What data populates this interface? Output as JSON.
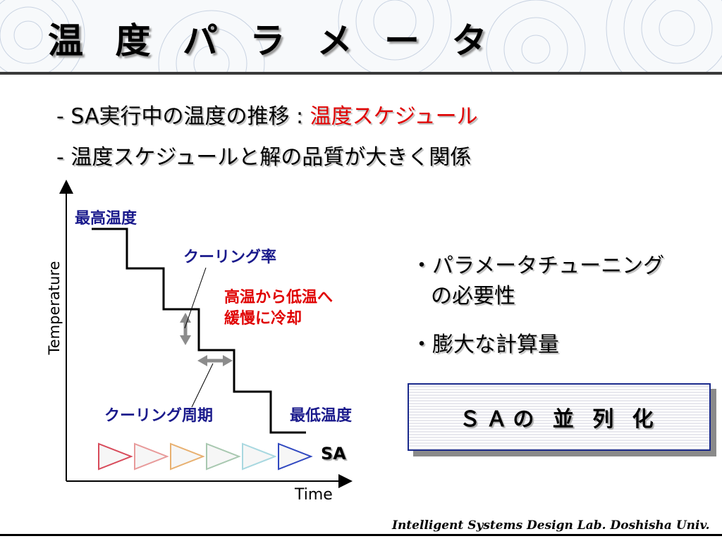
{
  "slide": {
    "title": "温 度 パ ラ メ ー タ",
    "intro_1_prefix": "- SA実行中の温度の推移 : ",
    "intro_1_highlight": "温度スケジュール",
    "intro_2": "- 温度スケジュールと解の品質が大きく関係"
  },
  "diagram": {
    "axis_y": "Temperature",
    "axis_x": "Time",
    "label_max_temp": "最高温度",
    "label_cooling_rate": "クーリング率",
    "label_slow_cool_1": "高温から低温へ",
    "label_slow_cool_2": "緩慢に冷却",
    "label_cooling_period": "クーリング周期",
    "label_min_temp": "最低温度",
    "label_sa": "SA",
    "triangle_colors": [
      "#d84a5a",
      "#e89a9a",
      "#e8b070",
      "#a8c8b0",
      "#a8d8e0",
      "#3048c0"
    ]
  },
  "side": {
    "bullet_1_line_1": "・パラメータチューニング",
    "bullet_1_line_2": "の必要性",
    "bullet_2": "・膨大な計算量",
    "box_label": "ＳＡの 並 列 化"
  },
  "footer": {
    "text": "Intelligent Systems Design Lab. Doshisha Univ."
  }
}
